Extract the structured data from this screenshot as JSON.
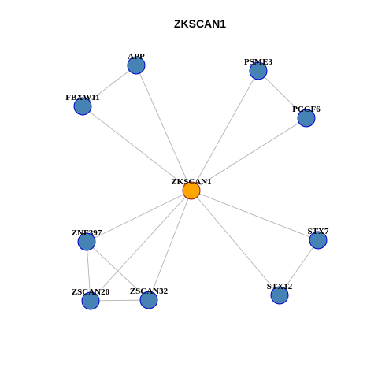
{
  "title": "ZKSCAN1",
  "colors": {
    "hub_fill": "#FFA500",
    "hub_stroke": "#8B1A1A",
    "node_fill": "#4682B4",
    "node_stroke": "#0000CD",
    "edge": "#B3B3B3"
  },
  "nodes": [
    {
      "id": "ZKSCAN1",
      "label": "ZKSCAN1",
      "hub": true
    },
    {
      "id": "APP",
      "label": "APP",
      "hub": false
    },
    {
      "id": "FBXW11",
      "label": "FBXW11",
      "hub": false
    },
    {
      "id": "PSME3",
      "label": "PSME3",
      "hub": false
    },
    {
      "id": "PCGF6",
      "label": "PCGF6",
      "hub": false
    },
    {
      "id": "ZNF397",
      "label": "ZNF397",
      "hub": false
    },
    {
      "id": "ZSCAN20",
      "label": "ZSCAN20",
      "hub": false
    },
    {
      "id": "ZSCAN32",
      "label": "ZSCAN32",
      "hub": false
    },
    {
      "id": "STX7",
      "label": "STX7",
      "hub": false
    },
    {
      "id": "STX12",
      "label": "STX12",
      "hub": false
    }
  ],
  "edges": [
    [
      "ZKSCAN1",
      "APP"
    ],
    [
      "ZKSCAN1",
      "FBXW11"
    ],
    [
      "APP",
      "FBXW11"
    ],
    [
      "ZKSCAN1",
      "PSME3"
    ],
    [
      "ZKSCAN1",
      "PCGF6"
    ],
    [
      "PSME3",
      "PCGF6"
    ],
    [
      "ZKSCAN1",
      "ZNF397"
    ],
    [
      "ZKSCAN1",
      "ZSCAN20"
    ],
    [
      "ZKSCAN1",
      "ZSCAN32"
    ],
    [
      "ZNF397",
      "ZSCAN20"
    ],
    [
      "ZNF397",
      "ZSCAN32"
    ],
    [
      "ZSCAN20",
      "ZSCAN32"
    ],
    [
      "ZKSCAN1",
      "STX7"
    ],
    [
      "ZKSCAN1",
      "STX12"
    ],
    [
      "STX7",
      "STX12"
    ]
  ]
}
